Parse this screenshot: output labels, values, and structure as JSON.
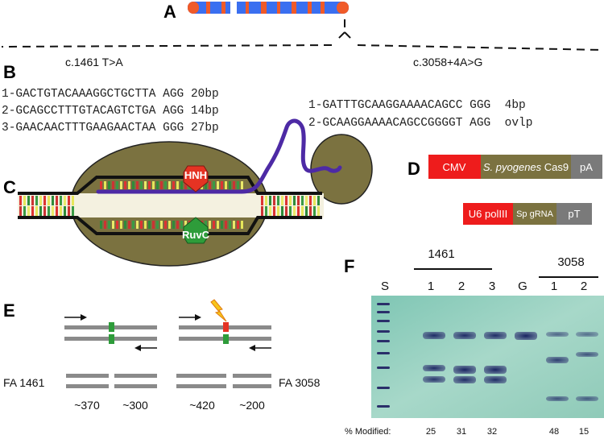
{
  "panels": {
    "a": "A",
    "b": "B",
    "c": "C",
    "d": "D",
    "e": "E",
    "f": "F"
  },
  "panel_b": {
    "mutation_left": "c.1461 T>A",
    "mutation_right": "c.3058+4A>G",
    "left_guides": [
      "1-GACTGTACAAAGGCTGCTTA AGG 20bp",
      "2-GCAGCCTTTGTACAGTCTGA AGG 14bp",
      "3-GAACAACTTTGAAGAACTAA GGG 27bp"
    ],
    "right_guides": [
      "1-GATTTGCAAGGAAAACAGCC GGG  4bp",
      "2-GCAAGGAAAACAGCCGGGGT AGG  ovlp"
    ]
  },
  "panel_c": {
    "hnh": "HNH",
    "ruvc": "RuvC"
  },
  "panel_d": {
    "construct1": {
      "promoter": "CMV",
      "gene_italic": "S. pyogenes",
      "gene_rest": " Cas9",
      "terminator": "pA"
    },
    "construct2": {
      "promoter": "U6 polIII",
      "gene": "Sp gRNA",
      "terminator": "pT"
    },
    "colors": {
      "red": "#ee1c1c",
      "olive": "#7b7240",
      "grey": "#7a7a7a"
    }
  },
  "panel_e": {
    "left_label": "FA 1461",
    "right_label": "FA 3058",
    "fragment_sizes": [
      "~370",
      "~300",
      "~420",
      "~200"
    ]
  },
  "panel_f": {
    "group_left": "1461",
    "group_right": "3058",
    "lane_labels": [
      "S",
      "1",
      "2",
      "3",
      "G",
      "1",
      "2"
    ],
    "modified_label": "% Modified:",
    "percent_modified": [
      "25",
      "31",
      "32",
      "48",
      "15"
    ],
    "gel_color": "#98cfc0"
  }
}
